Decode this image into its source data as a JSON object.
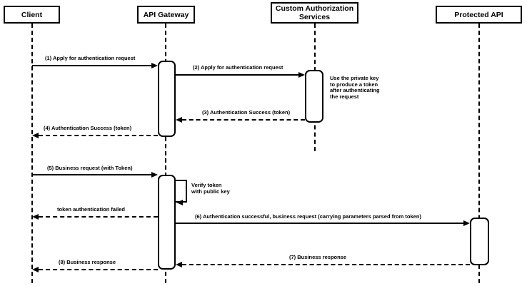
{
  "diagram": {
    "type": "sequence-diagram",
    "colors": {
      "stroke": "#000000",
      "fill": "#ffffff",
      "text": "#000000"
    },
    "participants": [
      {
        "id": "client",
        "label": "Client"
      },
      {
        "id": "api-gateway",
        "label": "API Gateway"
      },
      {
        "id": "custom-auth",
        "label": "Custom Authorization\nServices"
      },
      {
        "id": "protected-api",
        "label": "Protected API"
      }
    ],
    "messages": [
      {
        "label": "(1) Apply for authentication request",
        "from": "Client",
        "to": "API Gateway",
        "arrow": "solid"
      },
      {
        "label": "(2) Apply for authentication request",
        "from": "API Gateway",
        "to": "Custom Authorization Services",
        "arrow": "solid"
      },
      {
        "label": "(3) Authentication Success (token)",
        "from": "Custom Authorization Services",
        "to": "API Gateway",
        "arrow": "dashed"
      },
      {
        "label": "(4) Authentication Success (token)",
        "from": "API Gateway",
        "to": "Client",
        "arrow": "dashed"
      },
      {
        "label": "(5) Business request (with Token)",
        "from": "Client",
        "to": "API Gateway",
        "arrow": "solid"
      },
      {
        "label": "Verify token\nwith public key",
        "from": "API Gateway",
        "to": "API Gateway",
        "arrow": "self"
      },
      {
        "label": "token authentication failed",
        "from": "API Gateway",
        "to": "Client",
        "arrow": "dashed"
      },
      {
        "label": "(6) Authentication successful, business request (carrying parameters parsed from token)",
        "from": "API Gateway",
        "to": "Protected API",
        "arrow": "solid"
      },
      {
        "label": "(7) Business response",
        "from": "Protected API",
        "to": "API Gateway",
        "arrow": "dashed"
      },
      {
        "label": "(8) Business response",
        "from": "API Gateway",
        "to": "Client",
        "arrow": "dashed"
      }
    ],
    "note": {
      "text": "Use the private key to produce a token after authenticating the request"
    }
  }
}
